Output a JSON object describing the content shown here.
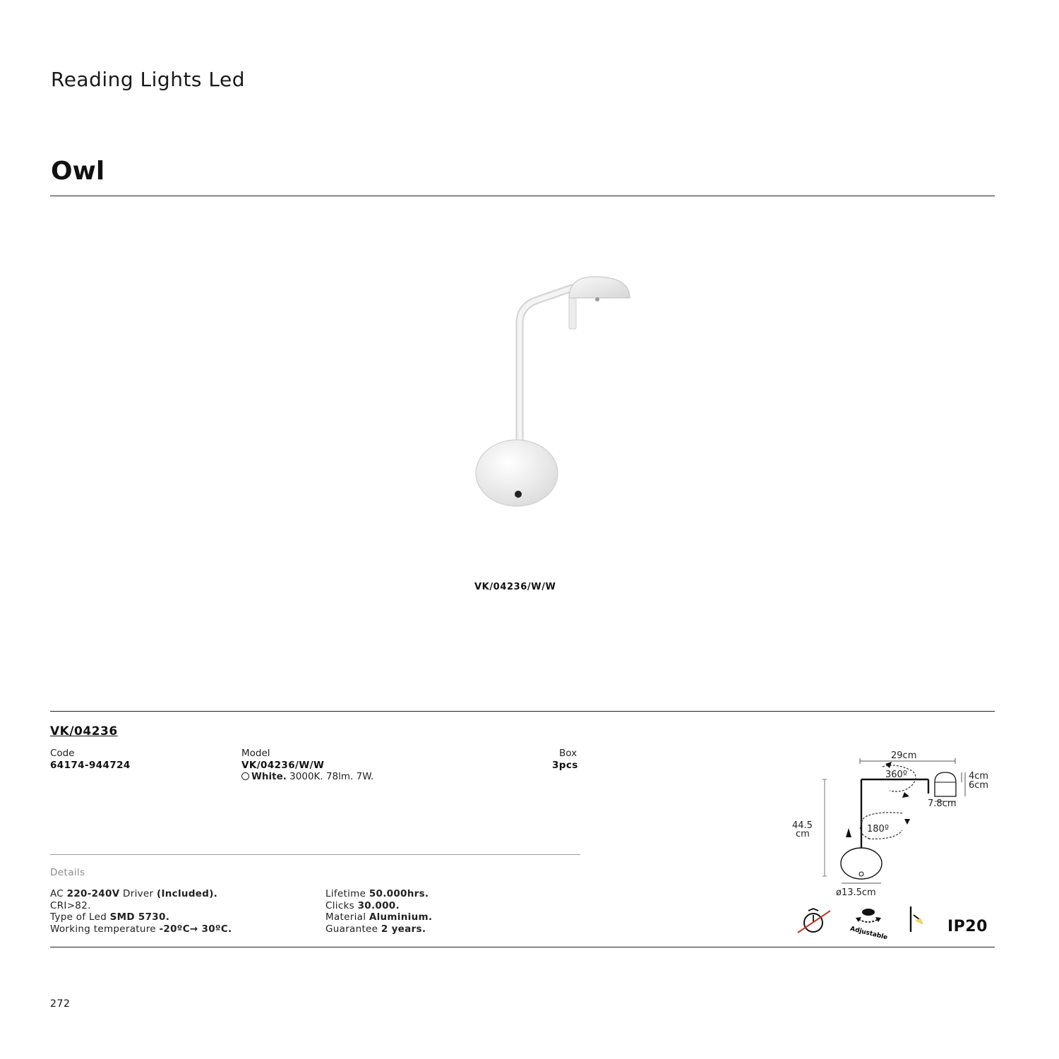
{
  "header": {
    "category": "Reading Lights Led",
    "product_name": "Owl"
  },
  "image_caption": "VK/04236/W/W",
  "product": {
    "family_code": "VK/04236",
    "code_label": "Code",
    "code_value": "64174-944724",
    "model_label": "Model",
    "model_value": "VK/04236/W/W",
    "model_color": "White.",
    "model_spec": "3000K. 78lm. 7W.",
    "box_label": "Box",
    "box_value": "3pcs"
  },
  "details": {
    "label": "Details",
    "left": [
      {
        "a": "AC ",
        "b": "220-240V",
        "c": " Driver ",
        "d": "(Included)."
      },
      {
        "a": "CRI>82.",
        "b": "",
        "c": "",
        "d": ""
      },
      {
        "a": "Type of Led ",
        "b": "SMD 5730.",
        "c": "",
        "d": ""
      },
      {
        "a": "Working temperature ",
        "b": "-20ºC→ 30ºC.",
        "c": "",
        "d": ""
      }
    ],
    "right": [
      {
        "a": "Lifetime ",
        "b": "50.000hrs."
      },
      {
        "a": "Clicks ",
        "b": "30.000."
      },
      {
        "a": "Material ",
        "b": "Aluminium."
      },
      {
        "a": "Guarantee ",
        "b": "2 years."
      }
    ]
  },
  "dimensions": {
    "width": "29cm",
    "rotation_top": "360º",
    "shade_height_a": "4cm",
    "shade_height_b": "6cm",
    "shade_width": "7.8cm",
    "height_value": "44.5",
    "height_unit": "cm",
    "rotation_mid": "180º",
    "base_diameter": "ø13.5cm"
  },
  "icons": {
    "not_dimmable": "no-dimmer-icon",
    "adjustable": "adjustable-icon",
    "adjustable_text": "Adjustable",
    "wall_light": "wall-light-icon",
    "ip_rating": "IP20"
  },
  "colors": {
    "accent_red": "#c0392b",
    "icon_yellow": "#f2c94c"
  },
  "page_number": "272"
}
